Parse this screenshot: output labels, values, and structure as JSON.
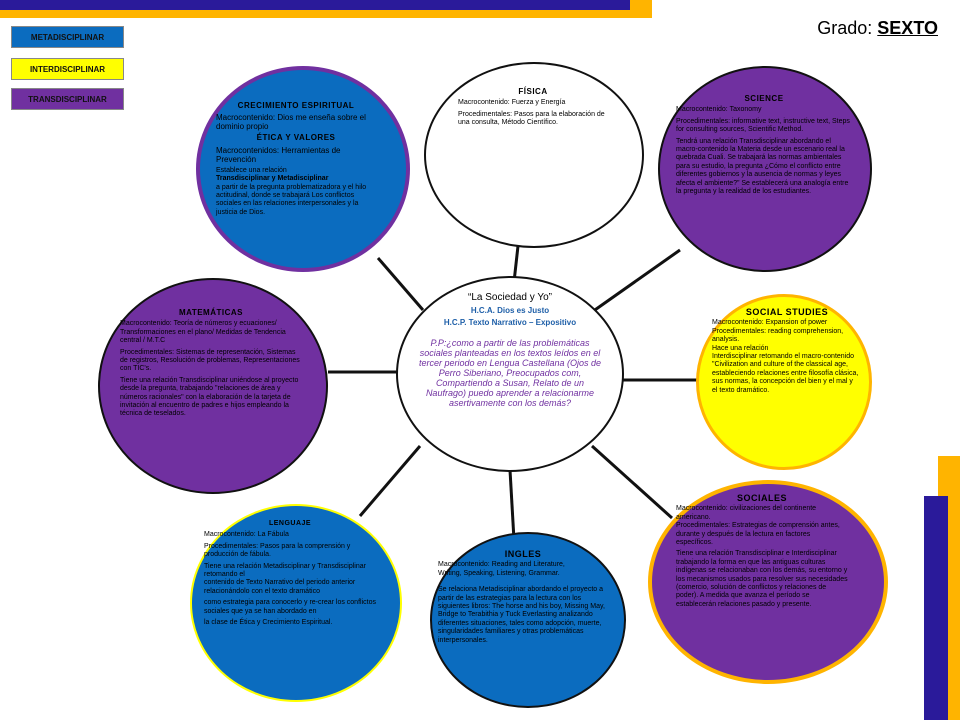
{
  "colors": {
    "blue": "#0b6cbf",
    "purple": "#7030a0",
    "yellow": "#ffff00",
    "orange": "#ffb400",
    "navy": "#2a1a9a",
    "border_orange": "#f5a800"
  },
  "legend": {
    "meta": "METADISCIPLINAR",
    "inter": "INTERDISCIPLINAR",
    "trans": "TRANSDISCIPLINAR"
  },
  "grade": {
    "label": "Grado:",
    "value": "SEXTO"
  },
  "center": {
    "title": "“La Sociedad y Yo”",
    "hca": "H.C.A. Dios es Justo",
    "hcp": "H.C.P. Texto Narrativo – Expositivo",
    "question": "P.P:¿como a partir de las problemáticas sociales planteadas en los textos leídos en el tercer periodo en Lengua Castellana (Ojos de Perro Siberiano, Preocupados com, Compartiendo a Susan, Relato de un Naufrago) puedo aprender a relacionarme asertivamente con los demás?"
  },
  "crecimiento": {
    "title": "CRECIMIENTO ESPIRITUAL",
    "macro": "Macrocontenido: Dios me enseña sobre el dominio propio",
    "subtitle": "ÉTICA Y VALORES",
    "macro2": "Macrocontenidos: Herramientas de Prevención",
    "p1": "Establece una relación",
    "p2": "Transdisciplinar y Metadisciplinar",
    "p3": "a partir de la pregunta problematizadora y el hilo actitudinal, donde se trabajará Los conflictos sociales en las relaciones interpersonales y la justicia de Dios."
  },
  "fisica": {
    "title": "FÍSICA",
    "macro": "Macrocontenido: Fuerza y Energía",
    "proc": "Procedimentales: Pasos para la elaboración de una consulta, Método Científico."
  },
  "science": {
    "title": "SCIENCE",
    "macro": "Macrocontenido: Taxonomy",
    "proc": "Procedimentales: informative text, instructive text, Steps for consulting sources, Scientific Method.",
    "rel": "Tendrá una relación Transdisciplinar abordando el macro-contenido la Materia desde un escenario real la quebrada Cuali. Se trabajará las normas ambientales para su estudio, la pregunta ¿Cómo el conflicto entre diferentes gobiernos y la ausencia de normas y leyes afecta el ambiente?” Se establecerá una analogía entre la pregunta y la realidad de los estudiantes."
  },
  "matematicas": {
    "title": "MATEMÁTICAS",
    "macro": "Macrocontenido: Teoría de números y ecuaciones/ Transformaciones en el plano/ Medidas de Tendencia central / M.T.C",
    "proc": "Procedimentales: Sistemas de representación, Sistemas de registros, Resolución de problemas, Representaciones con TIC's.",
    "rel": "Tiene una relación Transdisciplinar uniéndose al proyecto desde la pregunta, trabajando \"relaciones de área y números racionales\" con la elaboración de la tarjeta de invitación al encuentro de padres e hijos empleando la técnica de teselados."
  },
  "social_studies": {
    "title": "SOCIAL STUDIES",
    "macro": "Macrocontenido: Expansion of power",
    "proc": "Procedimentales: reading comprehension, analysis.",
    "p1": "Hace una relación",
    "rel": "Interdisciplinar retomando el macro-contenido \"Civilization and culture of the classical age,",
    "p2": "estableciendo relaciones entre filosofía clásica, sus normas, la concepción del bien y el mal y",
    "p3": "el texto dramático."
  },
  "lenguaje": {
    "title": "LENGUAJE",
    "macro": "Macrocontenido: La Fábula",
    "proc": "Procedimentales: Pasos para la comprensión y producción de fábula.",
    "rel": "Tiene una relación Metadisciplinar y Transdisciplinar retomando el",
    "p2": "contenido de Texto Narrativo del periodo anterior relacionándolo con el texto dramático",
    "p3": "como estrategia para conocerlo y re-crear los conflictos sociales que ya se han abordado en",
    "p4": "la clase de Ética y Crecimiento Espiritual."
  },
  "ingles": {
    "title": "INGLES",
    "macro": "Macrocontenido: Reading and Literature,",
    "proc": "Writing, Speaking, Listening, Grammar.",
    "rel": "Se relaciona Metadisciplinar abordando el proyecto a partir de las estrategias para la lectura con los siguientes libros: The horse and his boy, Missing May, Bridge to Terabithia y Tuck Everlasting analizando diferentes situaciones, tales como adopción, muerte, singularidades familiares y otras problemáticas interpersonales."
  },
  "sociales": {
    "title": "SOCIALES",
    "macro": "Macrocontenido: civilizaciones del continente americano.",
    "proc": "Procedimentales: Estrategias de comprensión antes, durante y después de la lectura en factores específicos.",
    "rel": "Tiene una relación Transdisciplinar e Interdisciplinar trabajando la forma en que las antiguas culturas indígenas se relacionaban con los demás, su entorno y los mecanismos usados para resolver sus necesidades (comercio, solución de conflictos y relaciones de poder). A medida que avanza el período se establecerán relaciones pasado y presente."
  }
}
